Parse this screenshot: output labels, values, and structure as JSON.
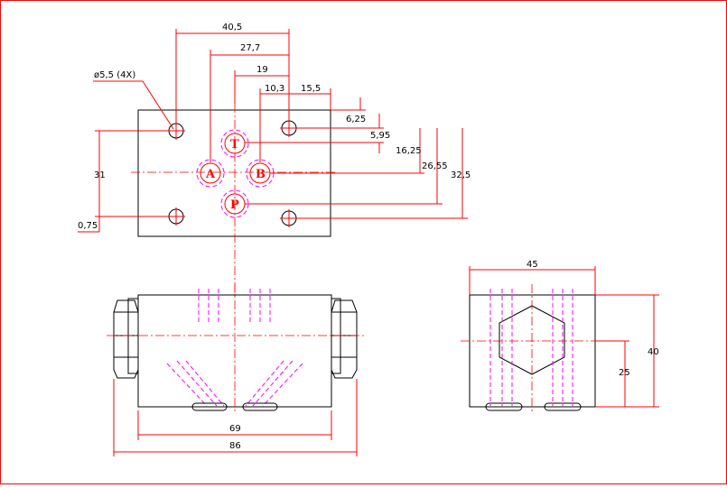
{
  "dims": {
    "top_h_40_5": "40,5",
    "top_h_27_7": "27,7",
    "top_h_19": "19",
    "top_h_10_3": "10,3",
    "top_h_15_5": "15,5",
    "hole_note": "ø5,5 (4X)",
    "top_v_6_25": "6,25",
    "top_v_5_95": "5,95",
    "top_v_16_25": "16,25",
    "top_v_26_55": "26,55",
    "top_v_32_5": "32,5",
    "top_v_31": "31",
    "top_v_0_75": "0,75",
    "front_69": "69",
    "front_86": "86",
    "side_45": "45",
    "side_25": "25",
    "side_40": "40"
  },
  "ports": {
    "t": "T",
    "a": "A",
    "b": "B",
    "p": "P"
  },
  "colors": {
    "dimension": "#ff0000",
    "hidden": "#ff00ff",
    "outline": "#000000",
    "frame": "#ff0000"
  }
}
